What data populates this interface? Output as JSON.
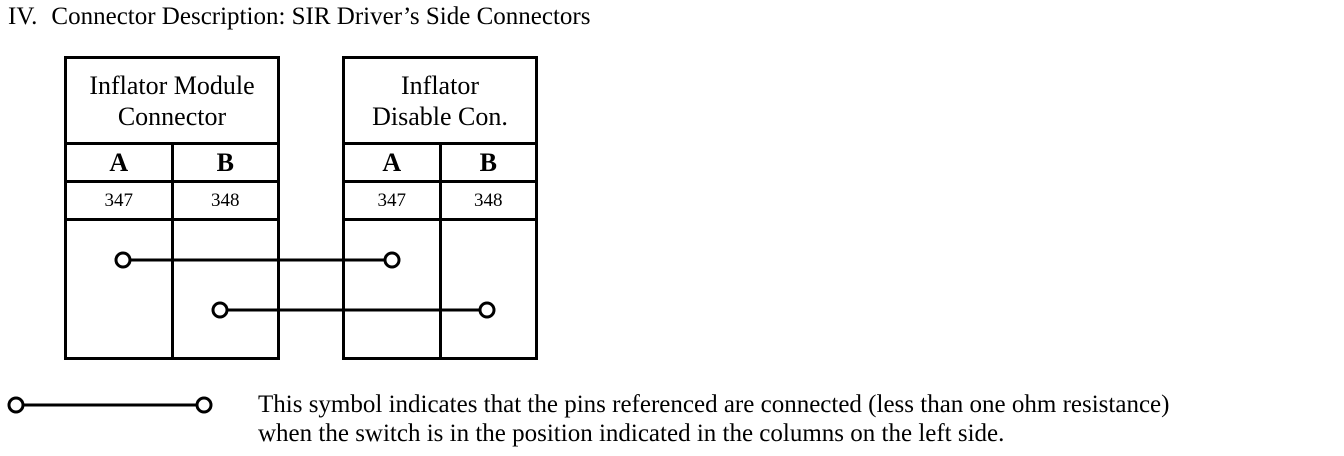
{
  "heading": {
    "number": "IV.",
    "text": "Connector Description:  SIR Driver’s Side Connectors"
  },
  "connectors": [
    {
      "title_line1": "Inflator Module",
      "title_line2": "Connector",
      "pins": [
        "A",
        "B"
      ],
      "wires": [
        "347",
        "348"
      ]
    },
    {
      "title_line1": "Inflator",
      "title_line2": "Disable Con.",
      "pins": [
        "A",
        "B"
      ],
      "wires": [
        "347",
        "348"
      ]
    }
  ],
  "connections": [
    {
      "from": "Inflator Module Connector A",
      "to": "Inflator Disable Con. A"
    },
    {
      "from": "Inflator Module Connector B",
      "to": "Inflator Disable Con. B"
    }
  ],
  "legend": {
    "line1": "This symbol indicates that the pins referenced are connected (less than one ohm resistance)",
    "line2": "when the switch is in the position indicated in the columns on the left side."
  }
}
